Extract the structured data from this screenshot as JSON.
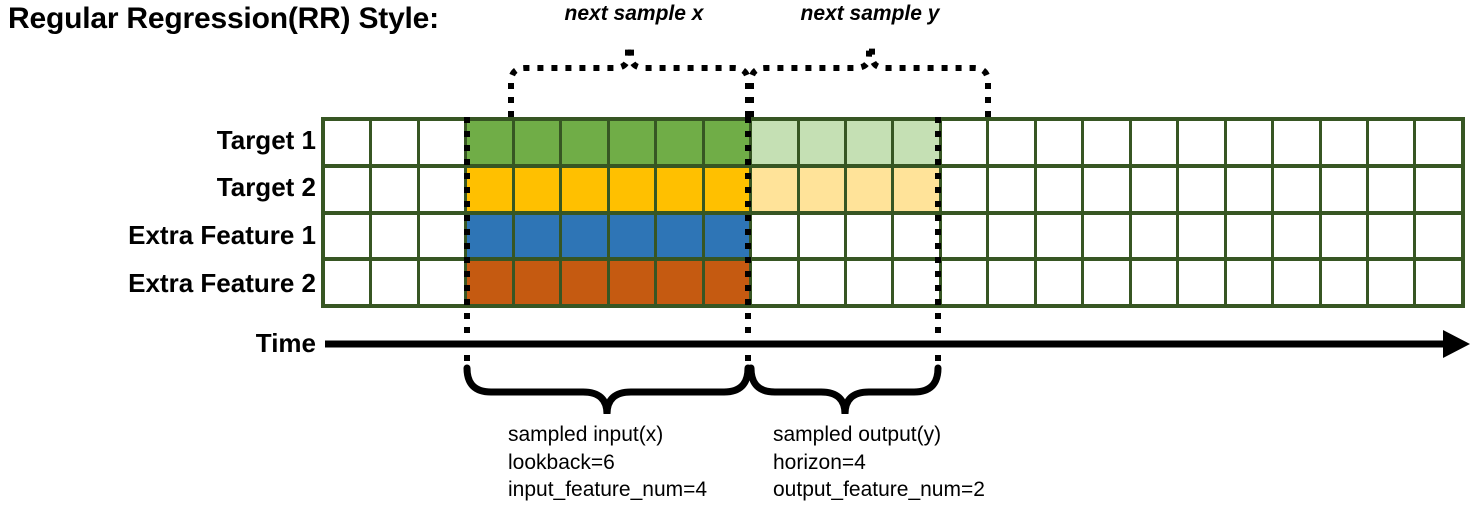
{
  "title": "Regular Regression(RR) Style:",
  "row_labels": [
    "Target 1",
    "Target 2",
    "Extra Feature 1",
    "Extra Feature 2"
  ],
  "axis": {
    "label": "Time",
    "arrow": "right-arrow"
  },
  "colors": {
    "grid_line": "#375623",
    "target1": "#70AD47",
    "target1_light": "#C5E0B4",
    "target2": "#FFC000",
    "target2_light": "#FFE399",
    "extra_feature1": "#2E75B6",
    "extra_feature2": "#C55A11",
    "empty": "#FFFFFF"
  },
  "grid": {
    "columns": 24,
    "rows": 4,
    "input_start_col": 3,
    "input_end_col": 9,
    "output_start_col": 9,
    "output_end_col": 13,
    "cells": [
      [
        "white",
        "white",
        "white",
        "green",
        "green",
        "green",
        "green",
        "green",
        "green",
        "green-light",
        "green-light",
        "green-light",
        "green-light",
        "white",
        "white",
        "white",
        "white",
        "white",
        "white",
        "white",
        "white",
        "white",
        "white",
        "white"
      ],
      [
        "white",
        "white",
        "white",
        "yellow",
        "yellow",
        "yellow",
        "yellow",
        "yellow",
        "yellow",
        "yellow-light",
        "yellow-light",
        "yellow-light",
        "yellow-light",
        "white",
        "white",
        "white",
        "white",
        "white",
        "white",
        "white",
        "white",
        "white",
        "white",
        "white"
      ],
      [
        "white",
        "white",
        "white",
        "blue",
        "blue",
        "blue",
        "blue",
        "blue",
        "blue",
        "white",
        "white",
        "white",
        "white",
        "white",
        "white",
        "white",
        "white",
        "white",
        "white",
        "white",
        "white",
        "white",
        "white",
        "white"
      ],
      [
        "white",
        "white",
        "white",
        "orange",
        "orange",
        "orange",
        "orange",
        "orange",
        "orange",
        "white",
        "white",
        "white",
        "white",
        "white",
        "white",
        "white",
        "white",
        "white",
        "white",
        "white",
        "white",
        "white",
        "white",
        "white"
      ]
    ]
  },
  "top_annotations": [
    {
      "caption": "next sample x"
    },
    {
      "caption": "next sample y"
    }
  ],
  "bottom_annotations": [
    {
      "lines": [
        "sampled input(x)",
        "lookback=6",
        "input_feature_num=4"
      ]
    },
    {
      "lines": [
        "sampled output(y)",
        "horizon=4",
        "output_feature_num=2"
      ]
    }
  ]
}
